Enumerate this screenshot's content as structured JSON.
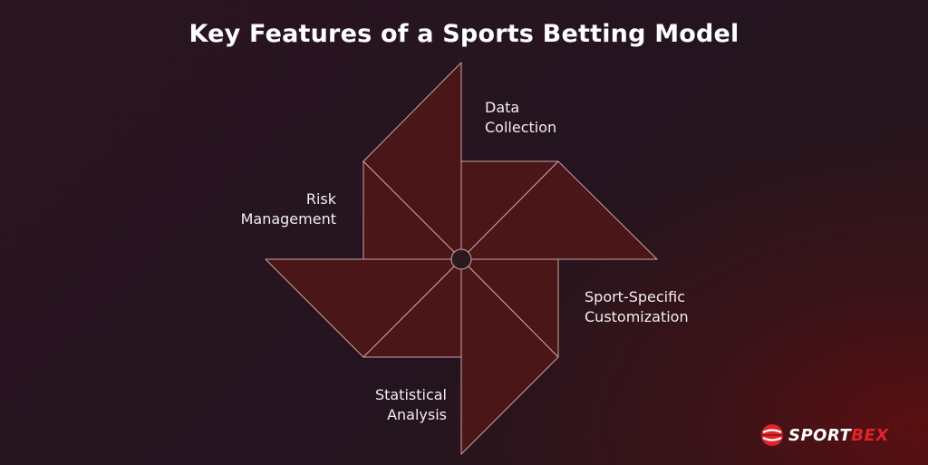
{
  "title": "Key Features of a Sports Betting Model",
  "features": [
    {
      "line1": "Data",
      "line2": "Collection"
    },
    {
      "line1": "Sport-Specific",
      "line2": "Customization"
    },
    {
      "line1": "Statistical",
      "line2": "Analysis"
    },
    {
      "line1": "Risk",
      "line2": "Management"
    }
  ],
  "logo": {
    "part1": "SPORT",
    "part2": "BEX"
  },
  "colors": {
    "blade_fill": "#4a1618",
    "blade_stroke": "#c9a3a5",
    "hub_fill": "#2a1a20",
    "accent": "#e0242a"
  }
}
